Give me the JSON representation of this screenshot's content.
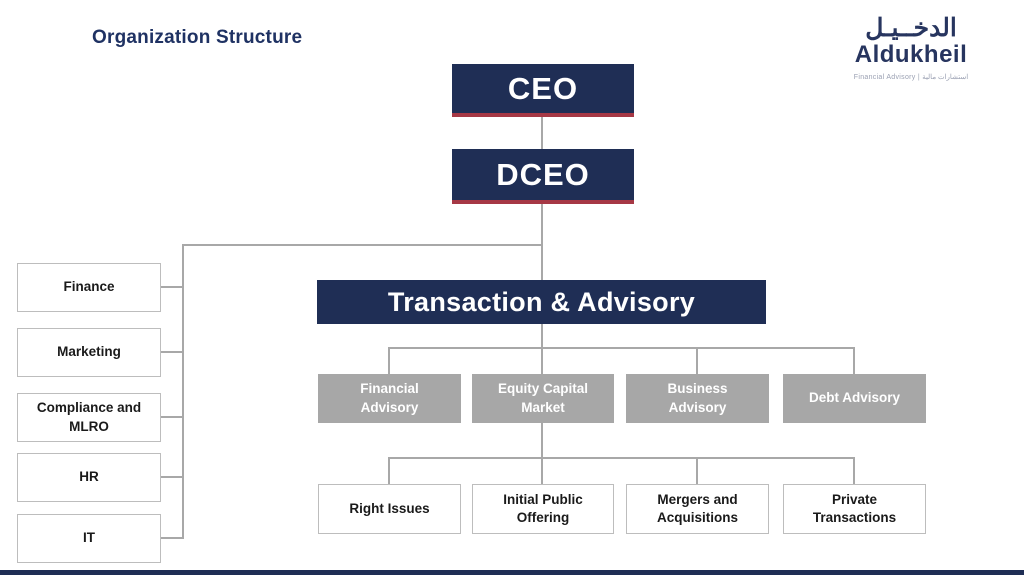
{
  "title": "Organization Structure",
  "logo": {
    "arabic": "الدخــيـل",
    "name": "Aldukheil",
    "tagline": "Financial Advisory | استشارات مالية"
  },
  "org": {
    "root": "CEO",
    "deputy": "DCEO",
    "division": "Transaction & Advisory",
    "departments": [
      "Finance",
      "Marketing",
      "Compliance and MLRO",
      "HR",
      "IT"
    ],
    "units": [
      "Financial Advisory",
      "Equity Capital Market",
      "Business Advisory",
      "Debt Advisory"
    ],
    "services": [
      "Right Issues",
      "Initial Public Offering",
      "Mergers and Acquisitions",
      "Private Transactions"
    ],
    "hierarchy": [
      "CEO > DCEO",
      "DCEO > Finance | Marketing | Compliance and MLRO | HR | IT",
      "DCEO > Transaction & Advisory",
      "Transaction & Advisory > Financial Advisory | Equity Capital Market | Business Advisory | Debt Advisory",
      "Equity Capital Market > Right Issues | Initial Public Offering | Mergers and Acquisitions | Private Transactions"
    ]
  },
  "colors": {
    "navy": "#1F2E55",
    "accent_red": "#A63845",
    "unit_gray": "#A7A7A7",
    "line_gray": "#A8A8A8"
  }
}
